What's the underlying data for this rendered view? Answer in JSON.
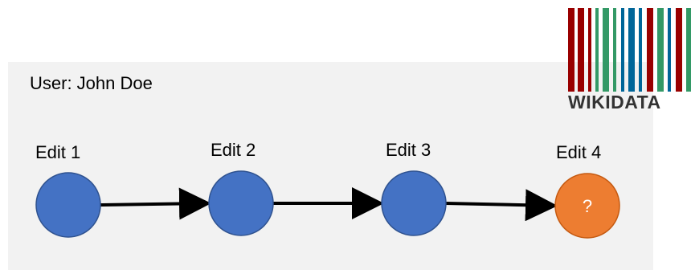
{
  "user_label": "User: John Doe",
  "edits": [
    {
      "label": "Edit 1",
      "marker": "",
      "color": "#4472c4",
      "stroke": "#2f528f"
    },
    {
      "label": "Edit 2",
      "marker": "",
      "color": "#4472c4",
      "stroke": "#2f528f"
    },
    {
      "label": "Edit 3",
      "marker": "",
      "color": "#4472c4",
      "stroke": "#2f528f"
    },
    {
      "label": "Edit 4",
      "marker": "?",
      "color": "#ed7d31",
      "stroke": "#c55a11"
    }
  ],
  "logo": {
    "text": "WIKIDATA",
    "bar_colors": [
      "#990000",
      "#339966",
      "#006699"
    ]
  },
  "colors": {
    "panel": "#f2f2f2",
    "arrow": "#000000"
  }
}
